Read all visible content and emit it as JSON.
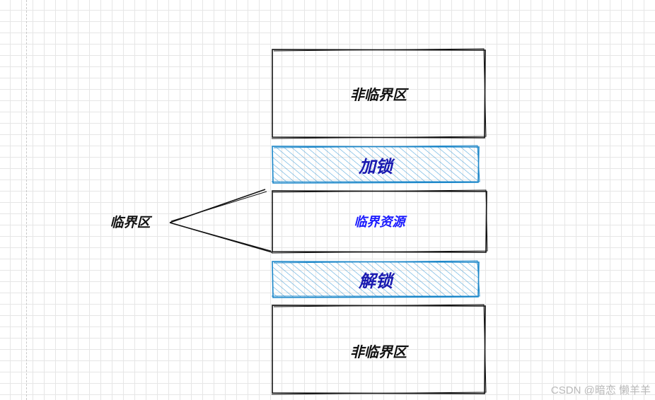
{
  "blocks": {
    "top_noncritical": "非临界区",
    "lock": "加锁",
    "critical_resource": "临界资源",
    "unlock": "解锁",
    "bottom_noncritical": "非临界区"
  },
  "side_label": "临界区",
  "watermark": "CSDN @暗恋 懒羊羊",
  "colors": {
    "hatch_fill": "#3b9ad6",
    "hatch_stroke": "#1c87c9",
    "lock_text": "#1a1ab0",
    "critical_text": "#1a1aff",
    "outline": "#111111"
  }
}
